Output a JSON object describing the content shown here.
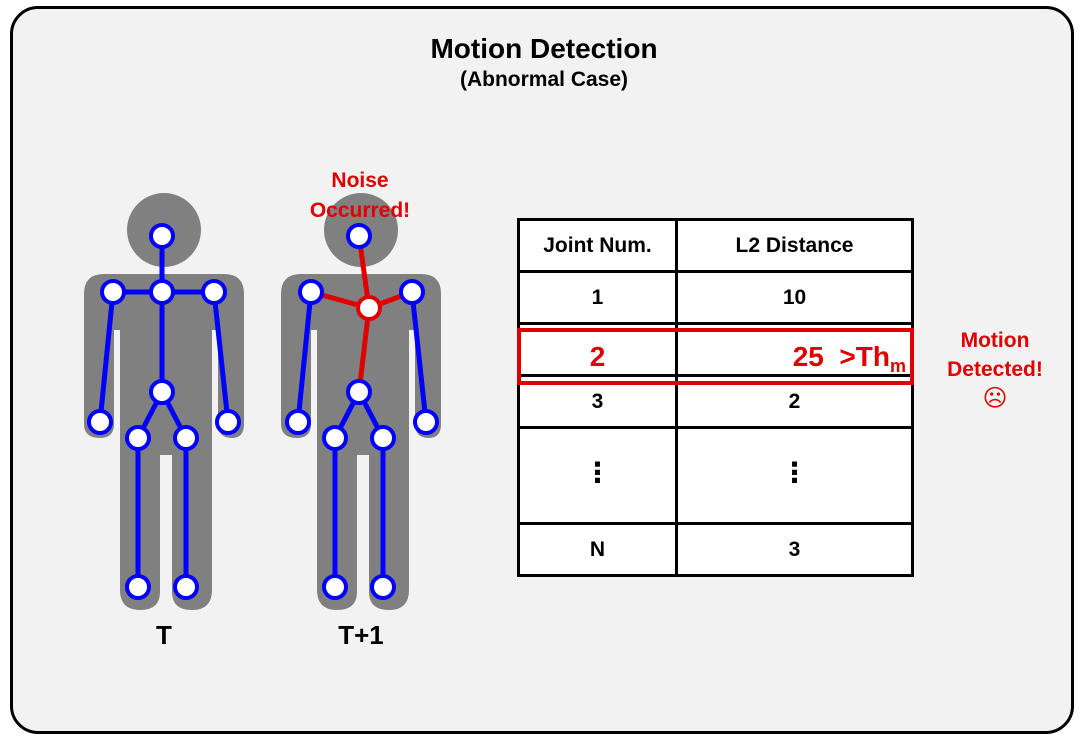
{
  "title": "Motion Detection",
  "subtitle": "(Abnormal Case)",
  "frames": {
    "t_label": "T",
    "t1_label": "T+1"
  },
  "noise_label": [
    "Noise",
    "Occurred!"
  ],
  "table": {
    "headers": [
      "Joint Num.",
      "L2 Distance"
    ],
    "rows": [
      {
        "joint": "1",
        "distance": "10"
      },
      {
        "joint": "2",
        "distance": "25"
      },
      {
        "joint": "3",
        "distance": "2"
      },
      {
        "joint": "⋮",
        "distance": "⋮"
      },
      {
        "joint": "N",
        "distance": "3"
      }
    ],
    "highlight": {
      "joint": "2",
      "distance": "25",
      "threshold_text": ">Th",
      "threshold_sub": "m"
    }
  },
  "motion_label": [
    "Motion",
    "Detected!",
    "☹"
  ],
  "colors": {
    "body": "#808080",
    "skeleton": "#0000ff",
    "anomaly": "#e00000",
    "background": "#f2f2f2"
  }
}
